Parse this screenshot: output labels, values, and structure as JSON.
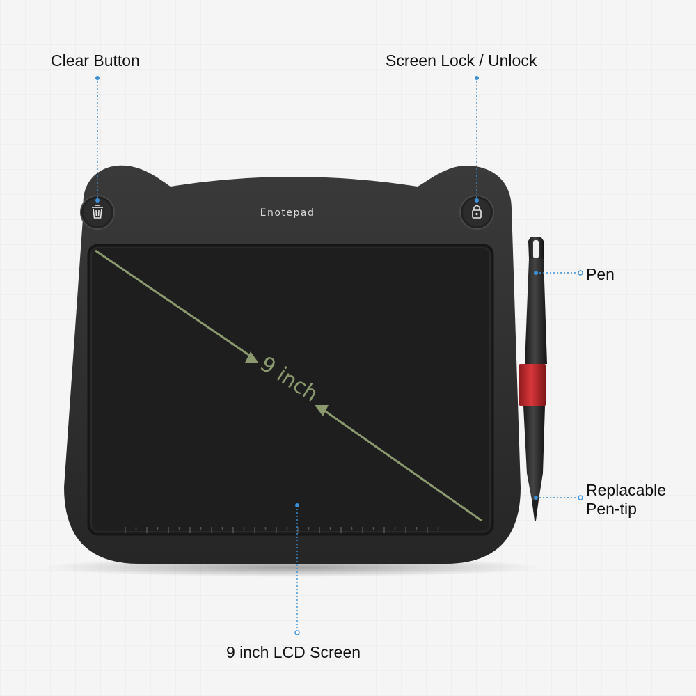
{
  "callouts": {
    "clear_button": "Clear Button",
    "screen_lock": "Screen Lock / Unlock",
    "pen": "Pen",
    "pen_tip_line1": "Replacable",
    "pen_tip_line2": "Pen-tip",
    "lcd_screen": "9 inch LCD Screen"
  },
  "device": {
    "brand": "Enotepad",
    "diagonal_label": "9 inch"
  },
  "icons": {
    "clear": "trash-icon",
    "lock": "lock-icon"
  },
  "colors": {
    "body": "#2b2b2b",
    "screen": "#1f1f1f",
    "diagonal": "#8a9a6e",
    "pen_band": "#c0262b",
    "callout_line": "#3a8fd6"
  }
}
